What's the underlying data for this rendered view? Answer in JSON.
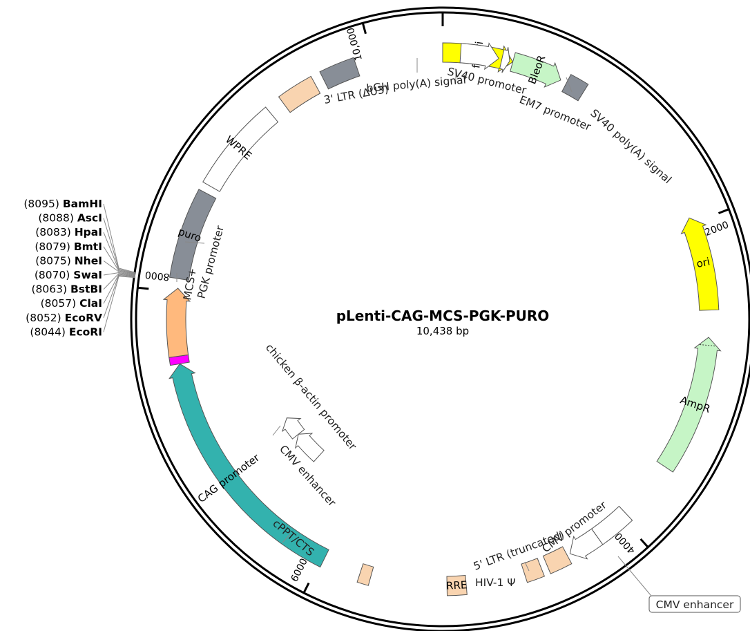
{
  "plasmid": {
    "name": "pLenti-CAG-MCS-PGK-PURO",
    "length_label": "10,438 bp",
    "length_bp": 10438
  },
  "ticks": [
    {
      "bp": 0,
      "label": ""
    },
    {
      "bp": 2000,
      "label": "2000"
    },
    {
      "bp": 4000,
      "label": "4000"
    },
    {
      "bp": 6000,
      "label": "6000"
    },
    {
      "bp": 8000,
      "label": "8000"
    },
    {
      "bp": 10000,
      "label": "10,000"
    }
  ],
  "features": [
    {
      "id": "f1-ori",
      "name": "f1 ori",
      "shape": "arrow",
      "dir": 1,
      "start": 10438,
      "end": 10880,
      "fill": "#ffff00",
      "inside": true
    },
    {
      "id": "sv40-promoter",
      "name": "SV40 promoter",
      "shape": "arrow",
      "dir": 1,
      "start": 10550,
      "end": 10790,
      "fill": "#ffffff"
    },
    {
      "id": "em7-promoter",
      "name": "EM7 promoter",
      "shape": "arrow",
      "dir": 1,
      "start": 10810,
      "end": 10860,
      "fill": "#ffffff"
    },
    {
      "id": "bleor",
      "name": "BleoR",
      "shape": "arrow",
      "dir": 1,
      "start": 10880,
      "end": 11200,
      "fill": "#c6f5c6",
      "inside": true
    },
    {
      "id": "sv40-polya",
      "name": "SV40 poly(A) signal",
      "shape": "box",
      "start": 11240,
      "end": 11360,
      "fill": "#888e97"
    },
    {
      "id": "ori",
      "name": "ori",
      "shape": "arrow",
      "dir": -1,
      "start": 12400,
      "end": 12990,
      "fill": "#ffff00",
      "inside": true
    },
    {
      "id": "ampr",
      "name": "AmpR",
      "shape": "arrow",
      "dir": -1,
      "start": 13160,
      "end": 14020,
      "fill": "#c6f5c6",
      "inside": true
    },
    {
      "id": "cmv-enhancer-1",
      "name": "CMV enhancer",
      "shape": "box",
      "start": 14400,
      "end": 14630,
      "fill": "#ffffff"
    },
    {
      "id": "cmv-promoter-1",
      "name": "CMV promoter",
      "shape": "arrow",
      "dir": 1,
      "start": 14630,
      "end": 14830,
      "fill": "#ffffff"
    },
    {
      "id": "ltr5",
      "name": "5' LTR (truncated)",
      "shape": "box",
      "start": 14850,
      "end": 14990,
      "fill": "#f9d4b0"
    },
    {
      "id": "hiv1-psi",
      "name": "HIV-1 Ψ",
      "shape": "box",
      "start": 15030,
      "end": 15140,
      "fill": "#f9d4b0"
    },
    {
      "id": "rre",
      "name": "RRE",
      "shape": "box",
      "start": 15510,
      "end": 15630,
      "fill": "#f9d4b0",
      "inside": true
    },
    {
      "id": "cppt",
      "name": "cPPT/CTS",
      "shape": "box",
      "start": 16110,
      "end": 16180,
      "fill": "#f9d4b0"
    },
    {
      "id": "cag-promoter",
      "name": "CAG promoter",
      "shape": "arrow",
      "dir": 1,
      "start": 16420,
      "end": 17988,
      "fill": "#33b2ae",
      "inside": true
    },
    {
      "id": "mcs",
      "name": "MCS+",
      "shape": "box",
      "start": 17988,
      "end": 18036,
      "fill": "#ff00ff"
    },
    {
      "id": "pgk-promoter",
      "name": "PGK promoter",
      "shape": "arrow",
      "dir": 1,
      "start": 18036,
      "end": 18460,
      "fill": "#ffb97d"
    },
    {
      "id": "puro",
      "name": "puro",
      "shape": "box",
      "start": 18520,
      "end": 19080,
      "fill": "#888e97",
      "inside": true
    },
    {
      "id": "wpre",
      "name": "WPRE",
      "shape": "box",
      "start": 19130,
      "end": 19720,
      "fill": "#ffffff",
      "inside": true
    },
    {
      "id": "ltr3",
      "name": "3' LTR (ΔU3)",
      "shape": "box",
      "start": 19820,
      "end": 20050,
      "fill": "#f9d4b0"
    },
    {
      "id": "bgh-polya",
      "name": "bGH poly(A) signal",
      "shape": "box",
      "start": 20110,
      "end": 20330,
      "fill": "#888e97"
    }
  ],
  "inner_features": [
    {
      "id": "cmv-enhancer-2",
      "name": "CMV enhancer",
      "start": 16880,
      "end": 17150,
      "fill": "#ffffff"
    },
    {
      "id": "chicken-actin",
      "name": "chicken β-actin promoter",
      "start": 17150,
      "end": 17330,
      "fill": "#ffffff"
    }
  ],
  "labels": {
    "sv40_promoter": "SV40 promoter",
    "em7_promoter": "EM7 promoter",
    "sv40_polya": "SV40 poly(A) signal",
    "cmv_promoter": "CMV promoter",
    "ltr5": "5' LTR (truncated)",
    "hiv1_psi": "HIV-1 Ψ",
    "cmv_enhancer_callout": "CMV enhancer",
    "cppt": "cPPT/CTS",
    "chicken_actin": "chicken β-actin promoter",
    "cmv_enhancer_inner": "CMV enhancer",
    "mcs": "MCS+",
    "pgk_promoter": "PGK promoter",
    "ltr3": "3' LTR (ΔU3)",
    "bgh_polya": "bGH poly(A) signal"
  },
  "restriction_sites": [
    {
      "pos": "(8095)",
      "enzyme": "BamHI"
    },
    {
      "pos": "(8088)",
      "enzyme": "AscI"
    },
    {
      "pos": "(8083)",
      "enzyme": "HpaI"
    },
    {
      "pos": "(8079)",
      "enzyme": "BmtI"
    },
    {
      "pos": "(8075)",
      "enzyme": "NheI"
    },
    {
      "pos": "(8070)",
      "enzyme": "SwaI"
    },
    {
      "pos": "(8063)",
      "enzyme": "BstBI"
    },
    {
      "pos": "(8057)",
      "enzyme": "ClaI"
    },
    {
      "pos": "(8052)",
      "enzyme": "EcoRV"
    },
    {
      "pos": "(8044)",
      "enzyme": "EcoRI"
    }
  ]
}
